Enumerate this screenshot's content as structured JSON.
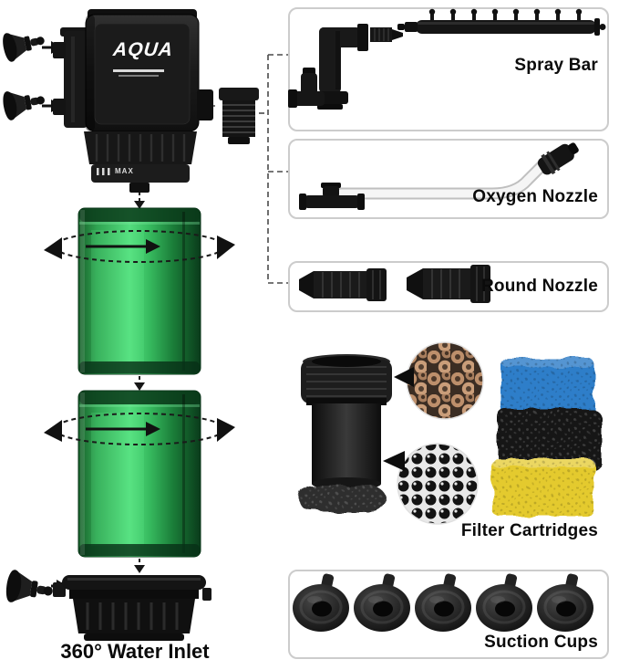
{
  "brand": {
    "name": "AQUA"
  },
  "pump": {
    "marking": "MAX"
  },
  "callouts": {
    "spray_bar": "Spray Bar",
    "oxygen_nozzle": "Oxygen Nozzle",
    "round_nozzle": "Round Nozzle",
    "filter_cartridges": "Filter Cartridges",
    "suction_cups": "Suction Cups"
  },
  "annotations": {
    "water_inlet": "360° Water Inlet"
  },
  "parts": [
    "pump-head",
    "mounting-bracket",
    "suction-cup",
    "outlet-coupler",
    "filter-canister",
    "intake-base",
    "spray-bar",
    "elbow-fitting",
    "barb-connector",
    "oxygen-tube",
    "oxygen-nozzle-tip",
    "tee-fitting",
    "round-nozzle",
    "cartridge-tube",
    "sponge-disc",
    "ceramic-ring-media",
    "bio-ball-media",
    "sponge-blue",
    "sponge-black",
    "sponge-yellow"
  ],
  "colors": {
    "background": "#ffffff",
    "box_border": "#cccccc",
    "part_black": "#1a1a1a",
    "canister_green": "#35bb5f",
    "tube_white": "#f5f5f5",
    "media_ring_tan": "#bd8f6b",
    "sponge_blue": "#2f7ec9",
    "sponge_black": "#181818",
    "sponge_yellow": "#e4ca2e",
    "text": "#0b0b0b"
  }
}
